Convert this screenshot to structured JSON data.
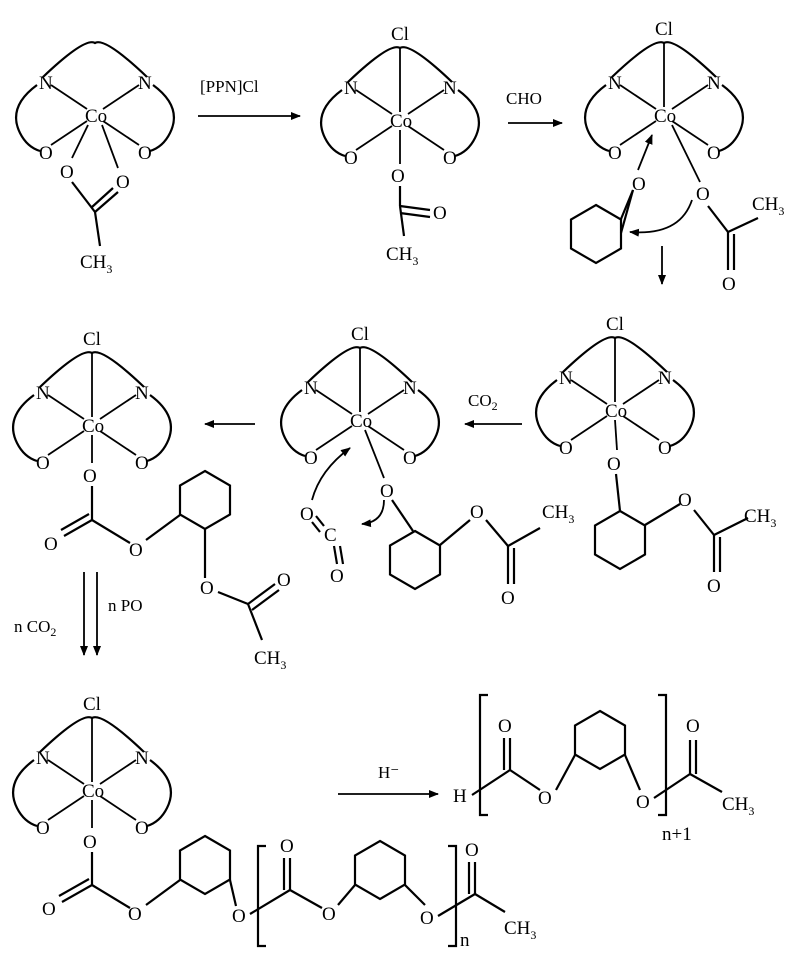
{
  "atoms": {
    "N": "N",
    "O": "O",
    "Co": "Co",
    "Cl": "Cl",
    "C": "C",
    "H": "H",
    "CH": "CH",
    "three": "3"
  },
  "reagents": {
    "ppncl": "[PPN]Cl",
    "cho": "CHO",
    "co2": "CO",
    "co2_sub": "2",
    "nco2": "n CO",
    "nco2_sub": "2",
    "npo": "n PO",
    "hydride": "H⁻"
  },
  "polymer": {
    "repeat_n": "n",
    "repeat_n1": "n+1"
  },
  "colors": {
    "ink": "#000000",
    "background": "#ffffff"
  }
}
